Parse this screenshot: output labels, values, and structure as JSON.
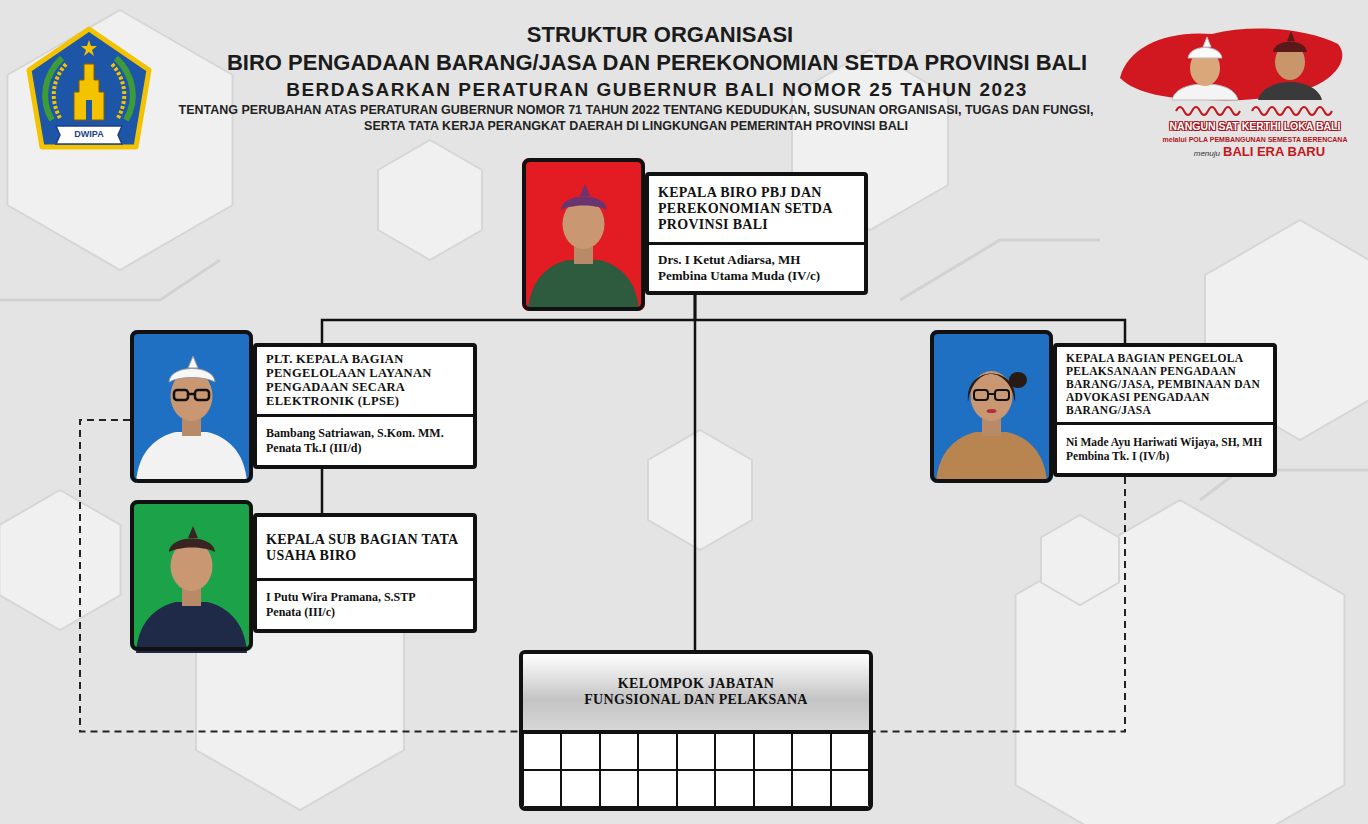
{
  "diagram": {
    "title": "STRUKTUR ORGANISASI",
    "nodes": [
      {
        "text": [
          "KEPALA BIRO PBJ DAN PEREKONOMIAN SETDA PROVINSI BALI",
          "Drs. I Ketut Adiarsa, MH",
          "Pembina Utama Muda (IV/c)"
        ]
      },
      {
        "text": [
          "PLT. KEPALA BAGIAN PENGELOLAAN LAYANAN PENGADAAN SECARA ELEKTRONIK (LPSE)",
          "Bambang Satriawan, S.Kom. MM.",
          "Penata Tk.I (III/d)"
        ]
      },
      {
        "text": [
          "KEPALA BAGIAN PENGELOLA PELAKSANAAN PENGADAAN BARANG/JASA, PEMBINAAN DAN ADVOKASI PENGADAAN BARANG/JASA",
          "Ni Made Ayu Hariwati Wijaya, SH, MH",
          "Pembina Tk. I (IV/b)"
        ]
      },
      {
        "text": [
          "KEPALA SUB BAGIAN TATA USAHA BIRO",
          "I Putu Wira Pramana, S.STP",
          "Penata (III/c)"
        ]
      },
      {
        "text": [
          "KELOMPOK JABATAN FUNGSIONAL DAN PELAKSANA"
        ]
      }
    ],
    "edges": [
      {
        "from": 0,
        "to": 1,
        "arrow": "none"
      },
      {
        "from": 0,
        "to": 2,
        "arrow": "none"
      },
      {
        "from": 0,
        "to": 4,
        "arrow": "none"
      },
      {
        "from": 1,
        "to": 3,
        "arrow": "none"
      },
      {
        "from": 1,
        "to": 4,
        "arrow": "none"
      },
      {
        "from": 2,
        "to": 4,
        "arrow": "none"
      }
    ],
    "labels": [
      "BIRO PENGADAAN BARANG/JASA DAN PEREKONOMIAN SETDA PROVINSI BALI",
      "BERDASARKAN PERATURAN GUBERNUR BALI NOMOR 25 TAHUN 2023",
      "TENTANG PERUBAHAN ATAS PERATURAN GUBERNUR NOMOR 71 TAHUN 2022 TENTANG KEDUDUKAN, SUSUNAN ORGANISASI, TUGAS DAN FUNGSI, SERTA TATA KERJA PERANGKAT DAERAH DI LINGKUNGAN PEMERINTAH PROVINSI BALI",
      "DWIPA",
      "NANGUN SAT KERTHI LOKA BALI",
      "melalui POLA PEMBANGUNAN SEMESTA BERENCANA",
      "menuju",
      "BALI ERA BARU"
    ]
  }
}
